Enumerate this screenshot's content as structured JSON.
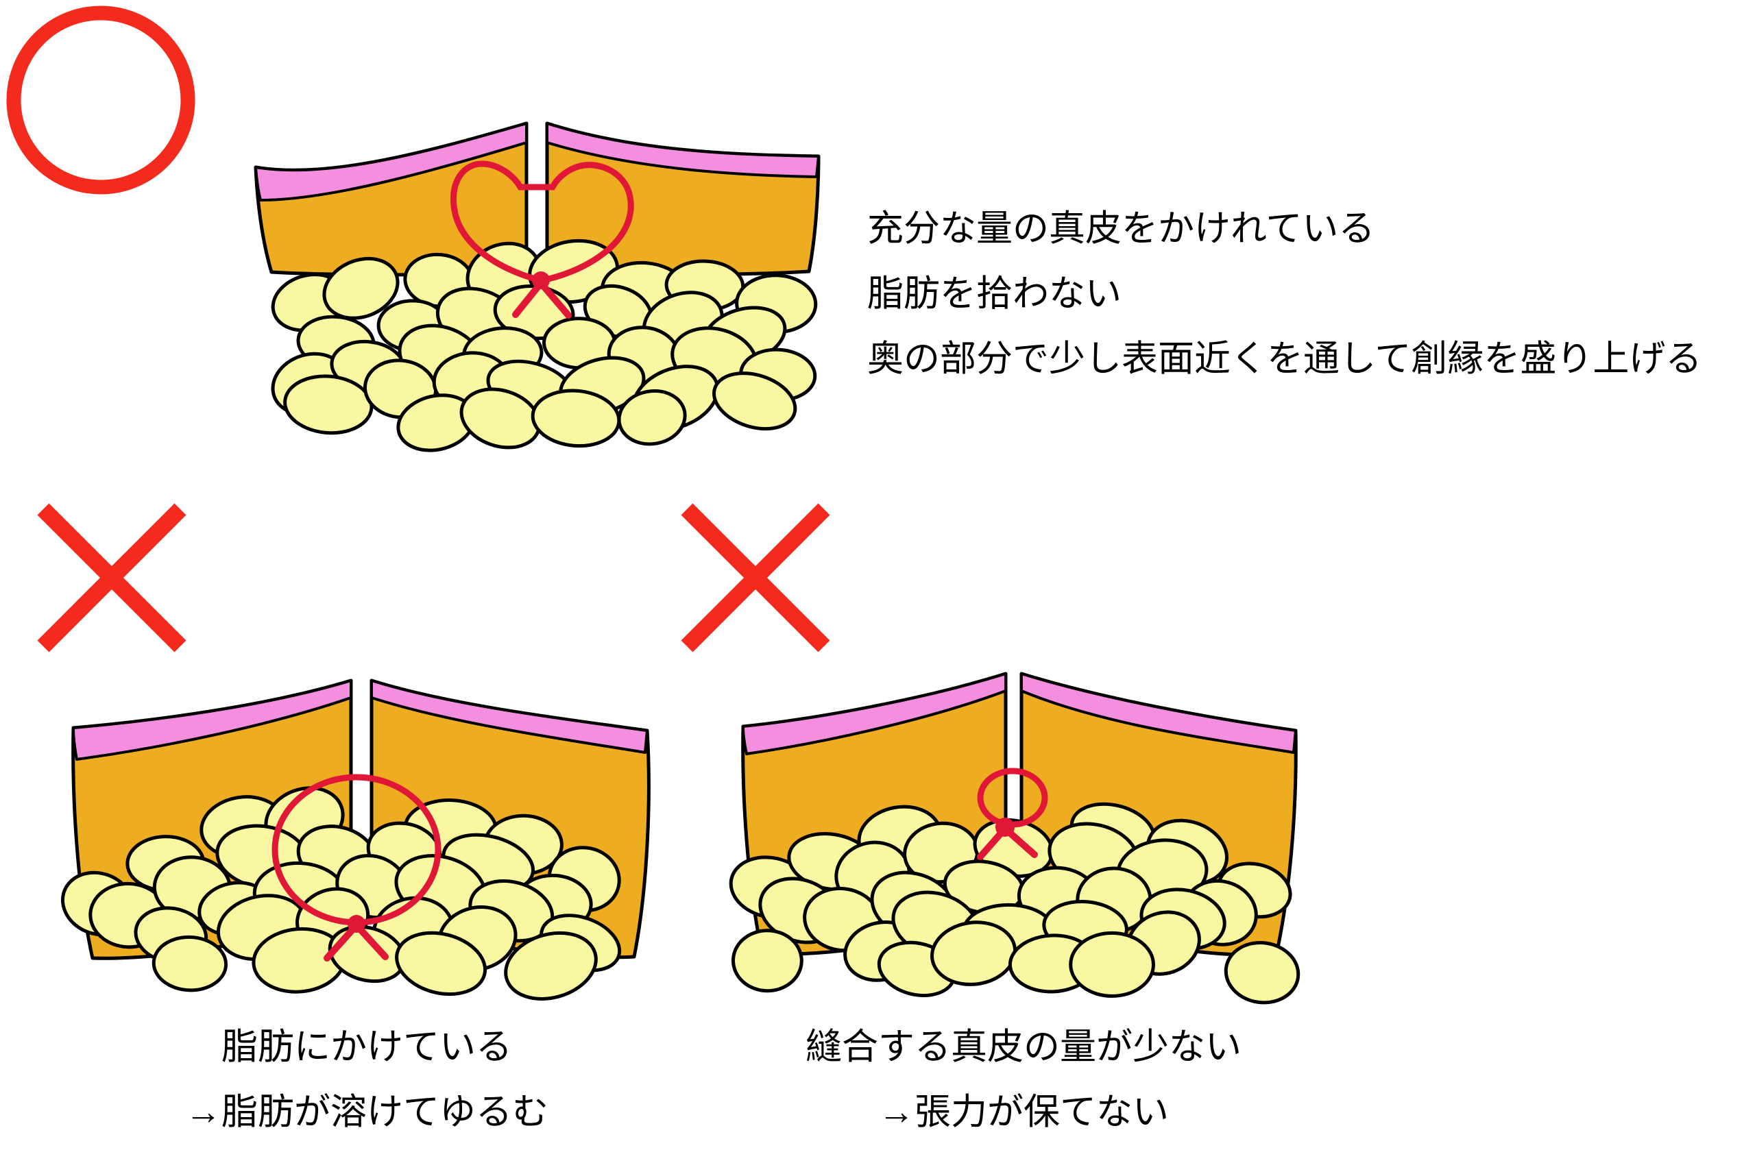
{
  "palette": {
    "background": "#ffffff",
    "outline": "#000000",
    "epidermis_pink": "#f48fe0",
    "dermis_orange": "#eead20",
    "fat_yellow": "#faf7a2",
    "mark_red": "#f32a1c",
    "suture_red": "#e11738"
  },
  "icons": {
    "correct_mark": "red-circle-icon",
    "wrong_mark": "red-x-icon"
  },
  "annotations": {
    "correct": {
      "lines": [
        "充分な量の真皮をかけれている",
        "脂肪を拾わない",
        "奥の部分で少し表面近くを通して創縁を盛り上げる"
      ]
    },
    "wrong_fat": {
      "lines": [
        "脂肪にかけている",
        "→脂肪が溶けてゆるむ"
      ]
    },
    "wrong_small_bite": {
      "lines": [
        "縫合する真皮の量が少ない",
        "→張力が保てない"
      ]
    }
  }
}
